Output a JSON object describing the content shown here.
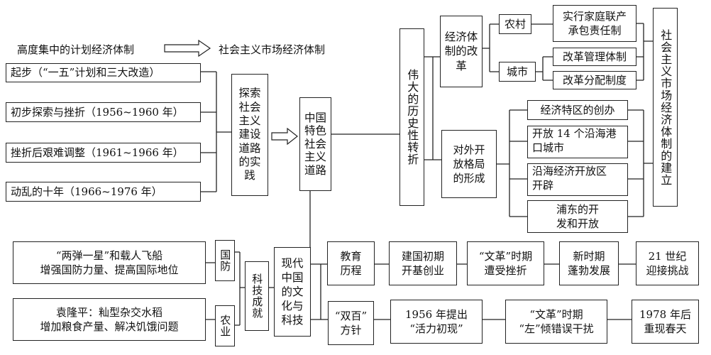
{
  "top_flow": {
    "from": "高度集中的计划经济体制",
    "to": "社会主义市场经济体制"
  },
  "stages": [
    "起步（“一五”计划和三大改造）",
    "初步探索与挫折（1956~1960 年）",
    "挫折后艰难调整（1961~1966 年）",
    "动乱的十年（1966~1976 年）"
  ],
  "explore": "探索社会主义建设道路的实践",
  "center": "中国特色社会主义道路",
  "turn": "伟大的历史性转折",
  "econ_reform": "经济体制的改革",
  "rural": "农村",
  "rural_detail": [
    "实行家庭联产",
    "承包责任制"
  ],
  "urban": "城市",
  "urban_items": [
    "改革管理体制",
    "改革分配制度"
  ],
  "market_result": "社会主义市场经济体制的建立",
  "opening": [
    "对外开",
    "放格局",
    "的形成"
  ],
  "opening_items": [
    [
      "经济特区的创办"
    ],
    [
      "开放 14 个沿海港",
      "口城市"
    ],
    [
      "沿海经济开放区",
      "开辟"
    ],
    [
      "浦东的开",
      "发和开放"
    ]
  ],
  "sci_culture": "现代中国的文化与科技",
  "sci_achieve": "科技成就",
  "defense": "国防",
  "defense_detail": [
    "“两弹一星”和载人飞船",
    "增强国防力量、提高国际地位"
  ],
  "agri": "农业",
  "agri_detail": [
    "袁隆平：籼型杂交水稻",
    "增加粮食产量、解决饥饿问题"
  ],
  "edu": [
    "教育",
    "历程"
  ],
  "edu_steps": [
    [
      "建国初期",
      "开基创业"
    ],
    [
      "“文革”时期",
      "遭受挫折"
    ],
    [
      "新时期",
      "蓬勃发展"
    ],
    [
      "21 世纪",
      "迎接挑战"
    ]
  ],
  "shuangbai": [
    "“双百”",
    "方针"
  ],
  "shuangbai_steps": [
    [
      "1956 年提出",
      "“活力初现”"
    ],
    [
      "“文革”时期",
      "“左”倾错误干扰"
    ],
    [
      "1978 年后",
      "重现春天"
    ]
  ]
}
